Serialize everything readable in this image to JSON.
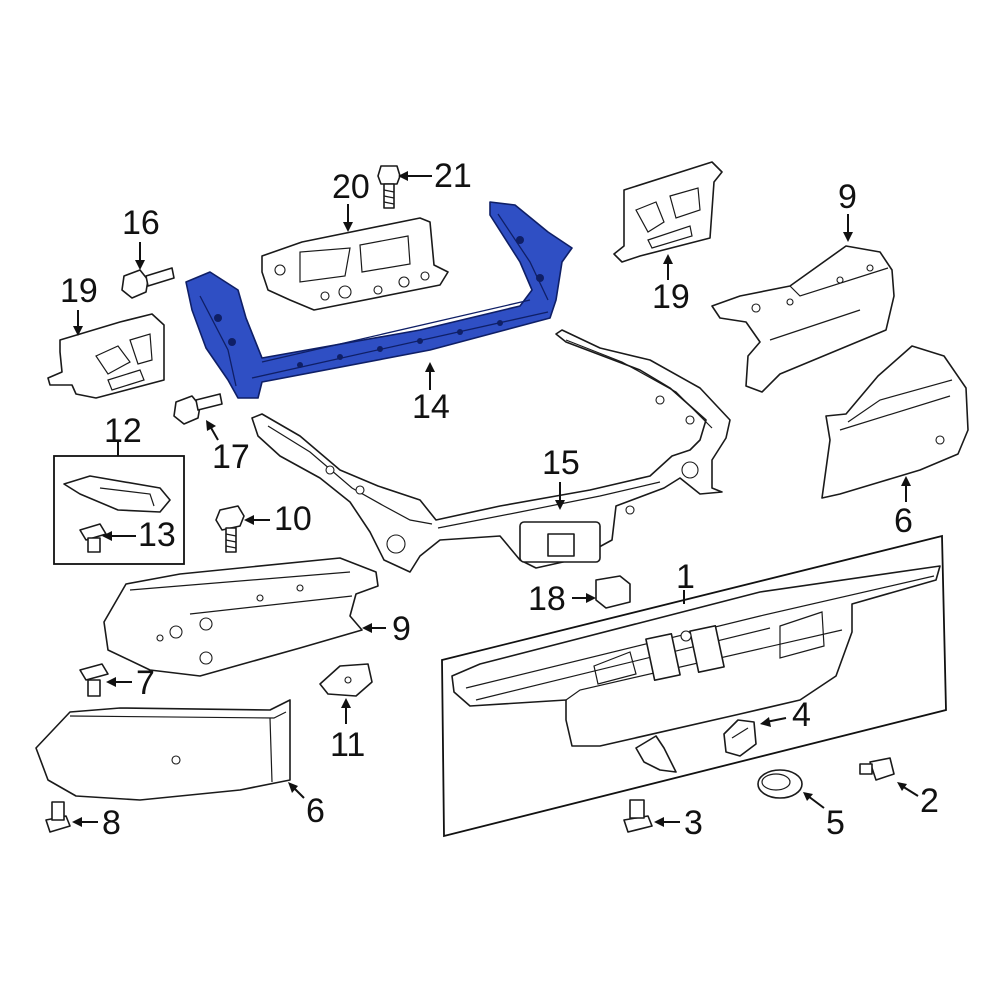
{
  "diagram": {
    "highlight_color": "#2f4fc4",
    "highlighted_part": "14",
    "callouts": {
      "c1": "1",
      "c2": "2",
      "c3": "3",
      "c4": "4",
      "c5": "5",
      "c6a": "6",
      "c6b": "6",
      "c7": "7",
      "c8": "8",
      "c9a": "9",
      "c9b": "9",
      "c10": "10",
      "c11": "11",
      "c12": "12",
      "c13": "13",
      "c14": "14",
      "c15": "15",
      "c16": "16",
      "c17": "17",
      "c18": "18",
      "c19a": "19",
      "c19b": "19",
      "c20": "20",
      "c21": "21"
    }
  }
}
